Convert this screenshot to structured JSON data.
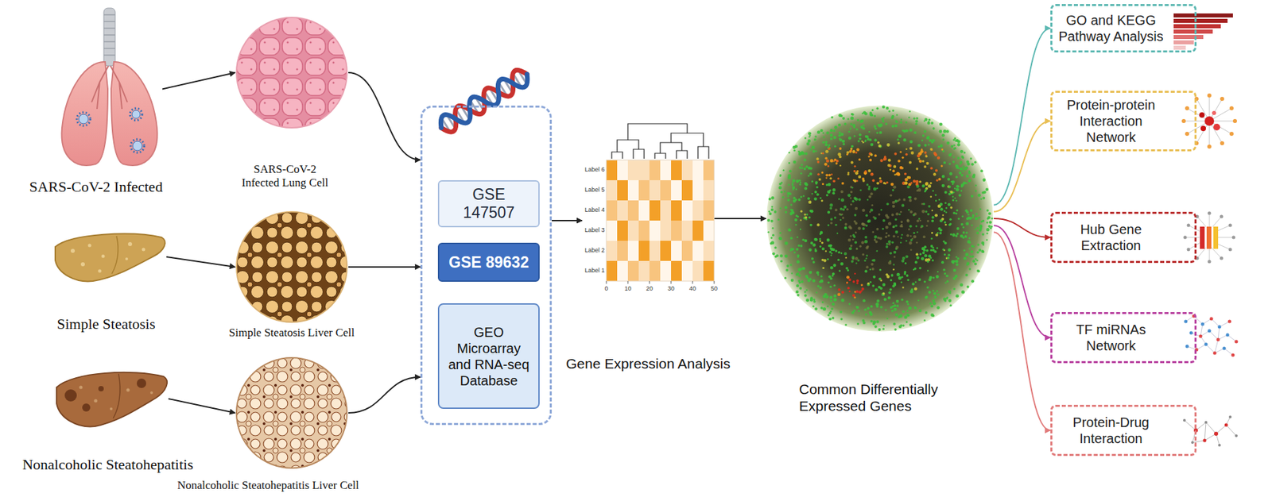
{
  "diagram": {
    "nodes": [
      {
        "text": [
          "SARS-CoV-2 Infected"
        ]
      },
      {
        "text": [
          "SARS-CoV-2 Infected Lung Cell"
        ]
      },
      {
        "text": [
          "Simple Steatosis"
        ]
      },
      {
        "text": [
          "Simple Steatosis Liver Cell"
        ]
      },
      {
        "text": [
          "Nonalcoholic Steatohepatitis"
        ]
      },
      {
        "text": [
          "Nonalcoholic Steatohepatitis Liver Cell"
        ]
      },
      {
        "text": []
      },
      {
        "text": [
          "GSE 147507"
        ],
        "in": 6
      },
      {
        "text": [
          "GSE 89632"
        ],
        "in": 6
      },
      {
        "text": [
          "GEO Microarray and RNA-seq Database"
        ],
        "in": 6
      },
      {
        "text": [
          "Gene Expression Analysis"
        ]
      },
      {
        "text": [
          "Common Differentially Expressed Genes"
        ]
      },
      {
        "text": [
          "GO and KEGG Pathway Analysis"
        ]
      },
      {
        "text": [
          "Protein-protein Interaction Network"
        ]
      },
      {
        "text": [
          "Hub Gene Extraction"
        ]
      },
      {
        "text": [
          "TF miRNAs Network"
        ]
      },
      {
        "text": [
          "Protein-Drug Interaction"
        ]
      }
    ],
    "edges": [
      {
        "from": 0,
        "to": 1,
        "arrow": "to"
      },
      {
        "from": 2,
        "to": 3,
        "arrow": "to"
      },
      {
        "from": 4,
        "to": 5,
        "arrow": "to"
      },
      {
        "from": 1,
        "to": 6,
        "arrow": "to"
      },
      {
        "from": 3,
        "to": 6,
        "arrow": "to"
      },
      {
        "from": 5,
        "to": 6,
        "arrow": "to"
      },
      {
        "from": 6,
        "to": 10,
        "arrow": "to"
      },
      {
        "from": 10,
        "to": 11,
        "arrow": "to"
      },
      {
        "from": 11,
        "to": 12,
        "arrow": "to"
      },
      {
        "from": 11,
        "to": 13,
        "arrow": "to"
      },
      {
        "from": 11,
        "to": 14,
        "arrow": "to"
      },
      {
        "from": 11,
        "to": 15,
        "arrow": "to"
      },
      {
        "from": 11,
        "to": 16,
        "arrow": "to"
      }
    ],
    "labels": [
      "Label 6",
      "Label 5",
      "Label 4",
      "Label 3",
      "Label 2",
      "Label 1",
      "0",
      "10",
      "20",
      "30",
      "40",
      "50"
    ]
  }
}
